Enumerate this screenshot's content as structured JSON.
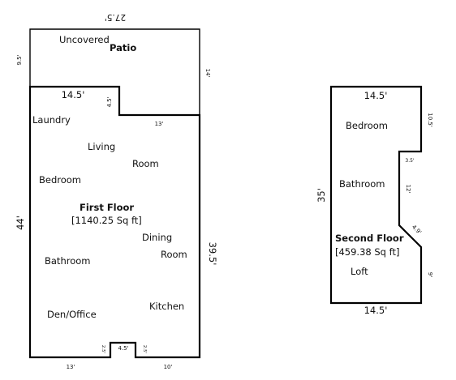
{
  "first_floor": {
    "title": "First Floor",
    "area": "[1140.25 Sq ft]",
    "rooms": {
      "patio_a": "Uncovered",
      "patio_b": "Patio",
      "laundry": "Laundry",
      "living_a": "Living",
      "living_b": "Room",
      "bedroom": "Bedroom",
      "dining_a": "Dining",
      "dining_b": "Room",
      "bathroom": "Bathroom",
      "den": "Den/Office",
      "kitchen": "Kitchen"
    },
    "dims": {
      "top": "27.5'",
      "patio_left": "9.5'",
      "patio_right": "14'",
      "step_top": "14.5'",
      "step_vert": "4.5'",
      "step_bottom": "13'",
      "left": "44'",
      "right": "39.5'",
      "bottom_left": "13'",
      "bottom_right": "10'",
      "notch_width": "4.5'",
      "notch_left": "2.5'",
      "notch_right": "2.5'"
    }
  },
  "second_floor": {
    "title": "Second Floor",
    "area": "[459.38 Sq ft]",
    "rooms": {
      "bedroom": "Bedroom",
      "bathroom": "Bathroom",
      "loft": "Loft"
    },
    "dims": {
      "top": "14.5'",
      "bottom": "14.5'",
      "left": "35'",
      "right_top": "10.5'",
      "jog": "3.5'",
      "mid": "12'",
      "diag": "4.9'",
      "right_bottom": "9'"
    }
  }
}
